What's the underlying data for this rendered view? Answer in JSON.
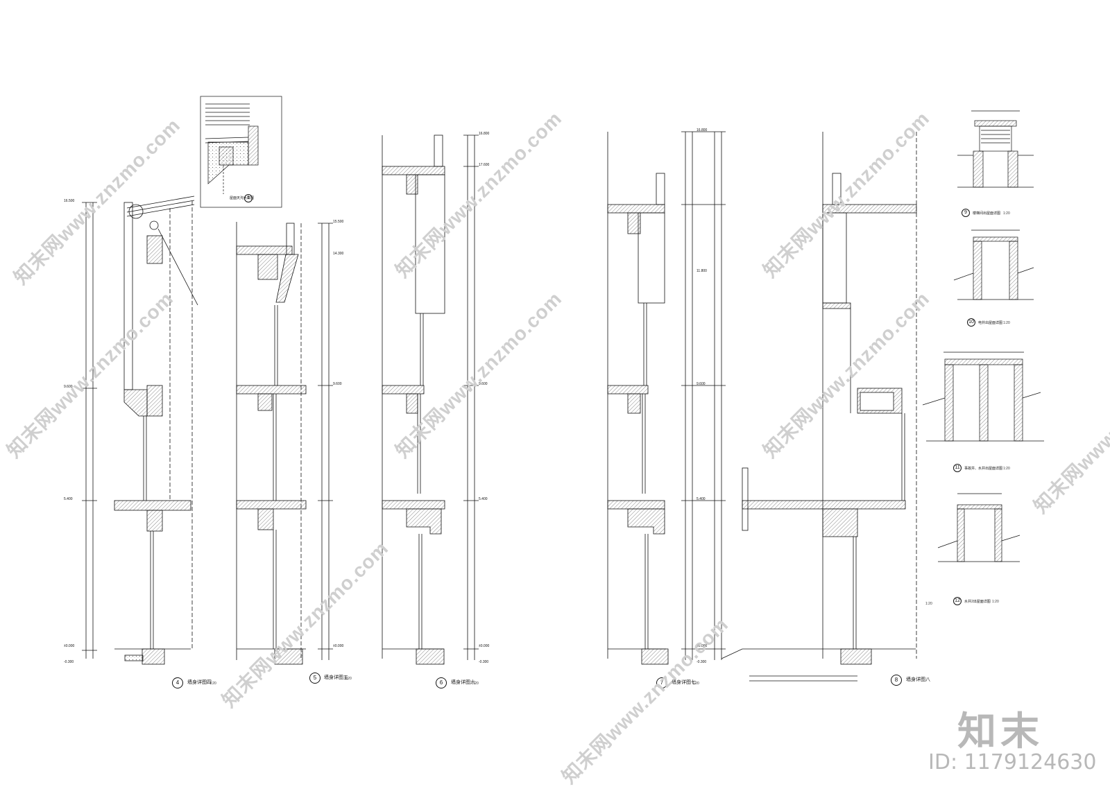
{
  "watermark": {
    "text": "知末网www.znzmo.com",
    "brand": "知末",
    "id_text": "ID: 1179124630",
    "color": "#cfcfcf"
  },
  "inset_detail": {
    "caption": "屋面天沟大样图",
    "number": "1"
  },
  "sections": [
    {
      "number": "4",
      "title": "墙身详图四",
      "scale": "1:20"
    },
    {
      "number": "5",
      "title": "墙身详图五",
      "scale": "1:20"
    },
    {
      "number": "6",
      "title": "墙身详图六",
      "scale": "1:20"
    },
    {
      "number": "7",
      "title": "墙身详图七",
      "scale": "1:20"
    },
    {
      "number": "8",
      "title": "墙身详图八",
      "scale": ""
    }
  ],
  "roof_details": [
    {
      "number": "9",
      "title": "楼梯间出屋面详图",
      "scale": "1:20"
    },
    {
      "number": "10",
      "title": "电井出屋面详图",
      "scale": "1:20"
    },
    {
      "number": "11",
      "title": "事故井、水井出屋面详图",
      "scale": "1:20"
    },
    {
      "number": "12",
      "title": "水井2出屋面详图",
      "scale": "1:20"
    }
  ],
  "elevations": {
    "top_a": "16.500",
    "top_b": "15.500",
    "top_c": "14.300",
    "top_d": "16.800",
    "mid_a": "17.600",
    "mid_b": "9.600",
    "mid_c": "11.800",
    "low": "5.400",
    "ground": "±0.000",
    "below": "-0.300"
  },
  "scale_note": "1:20"
}
